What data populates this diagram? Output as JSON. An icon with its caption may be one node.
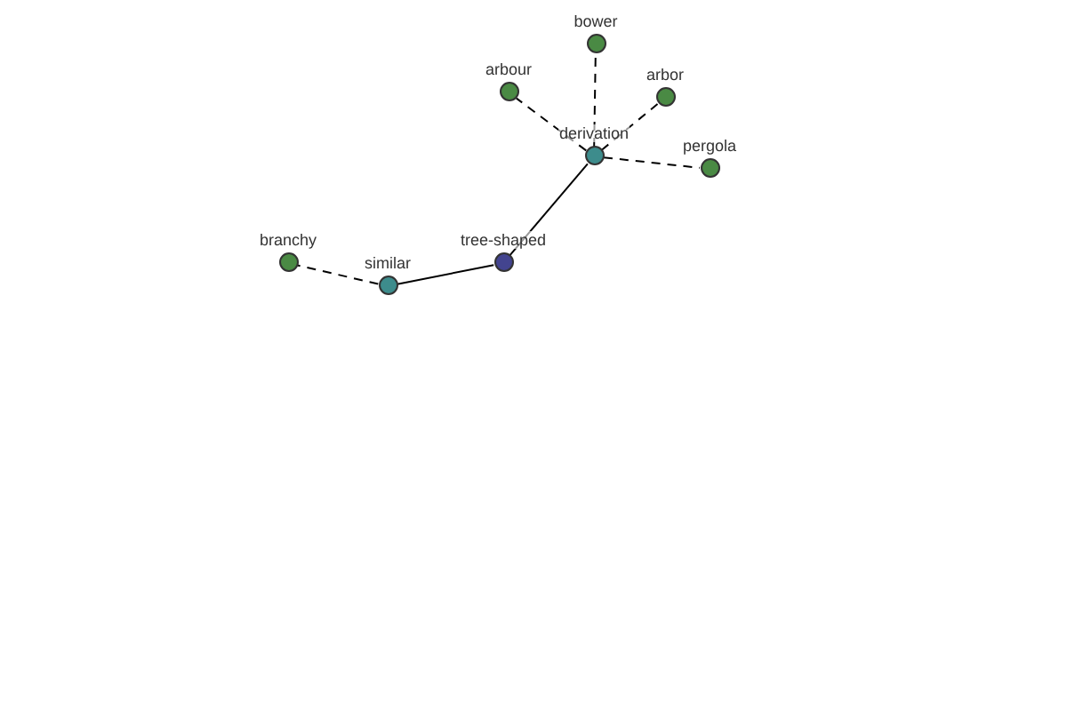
{
  "diagram": {
    "nodes": [
      {
        "text": [
          "tree-shaped"
        ]
      },
      {
        "text": [
          "similar"
        ]
      },
      {
        "text": [
          "branchy"
        ]
      },
      {
        "text": [
          "derivation"
        ]
      },
      {
        "text": [
          "arbour"
        ]
      },
      {
        "text": [
          "bower"
        ]
      },
      {
        "text": [
          "arbor"
        ]
      },
      {
        "text": [
          "pergola"
        ]
      }
    ],
    "edges": [
      {
        "from": 0,
        "to": 1,
        "arrow": "none"
      },
      {
        "from": 1,
        "to": 2,
        "arrow": "none",
        "style": "dashed"
      },
      {
        "from": 0,
        "to": 3,
        "arrow": "none"
      },
      {
        "from": 3,
        "to": 4,
        "arrow": "none",
        "style": "dashed"
      },
      {
        "from": 3,
        "to": 5,
        "arrow": "none",
        "style": "dashed"
      },
      {
        "from": 3,
        "to": 6,
        "arrow": "none",
        "style": "dashed"
      },
      {
        "from": 3,
        "to": 7,
        "arrow": "none",
        "style": "dashed"
      }
    ]
  }
}
